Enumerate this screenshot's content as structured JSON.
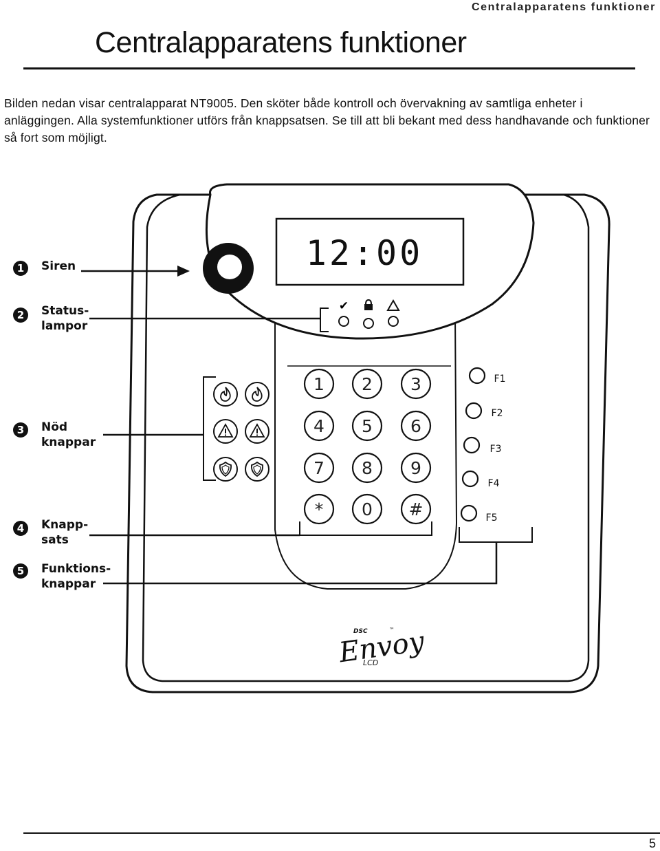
{
  "header": {
    "running_title": "Centralapparatens funktioner",
    "title": "Centralapparatens funktioner",
    "page_number": "5"
  },
  "intro": "Bilden nedan visar centralapparat NT9005. Den sköter både kontroll och övervakning av samtliga enheter i anläggingen. Alla systemfunktioner utförs från knappsatsen. Se till att bli bekant med dess handhavande och funktioner så fort som möjligt.",
  "figure": {
    "lcd_display": "12:00",
    "callouts": [
      {
        "num": "1",
        "lines": [
          "Siren"
        ]
      },
      {
        "num": "2",
        "lines": [
          "Status-",
          "lampor"
        ]
      },
      {
        "num": "3",
        "lines": [
          "Nöd",
          "knappar"
        ]
      },
      {
        "num": "4",
        "lines": [
          "Knapp-",
          "sats"
        ]
      },
      {
        "num": "5",
        "lines": [
          "Funktions-",
          "knappar"
        ]
      }
    ],
    "status_icons": [
      "check-icon",
      "lock-icon",
      "warning-icon"
    ],
    "emergency_buttons": [
      "fire-icon",
      "fire-icon",
      "warning-icon",
      "warning-icon",
      "police-shield-icon",
      "police-shield-icon"
    ],
    "keypad_keys": [
      "1",
      "2",
      "3",
      "4",
      "5",
      "6",
      "7",
      "8",
      "9",
      "*",
      "0",
      "#"
    ],
    "function_keys": [
      "F1",
      "F2",
      "F3",
      "F4",
      "F5"
    ],
    "logo": {
      "brand": "Envoy",
      "maker": "DSC",
      "model": "LCD",
      "tm": "™"
    }
  }
}
